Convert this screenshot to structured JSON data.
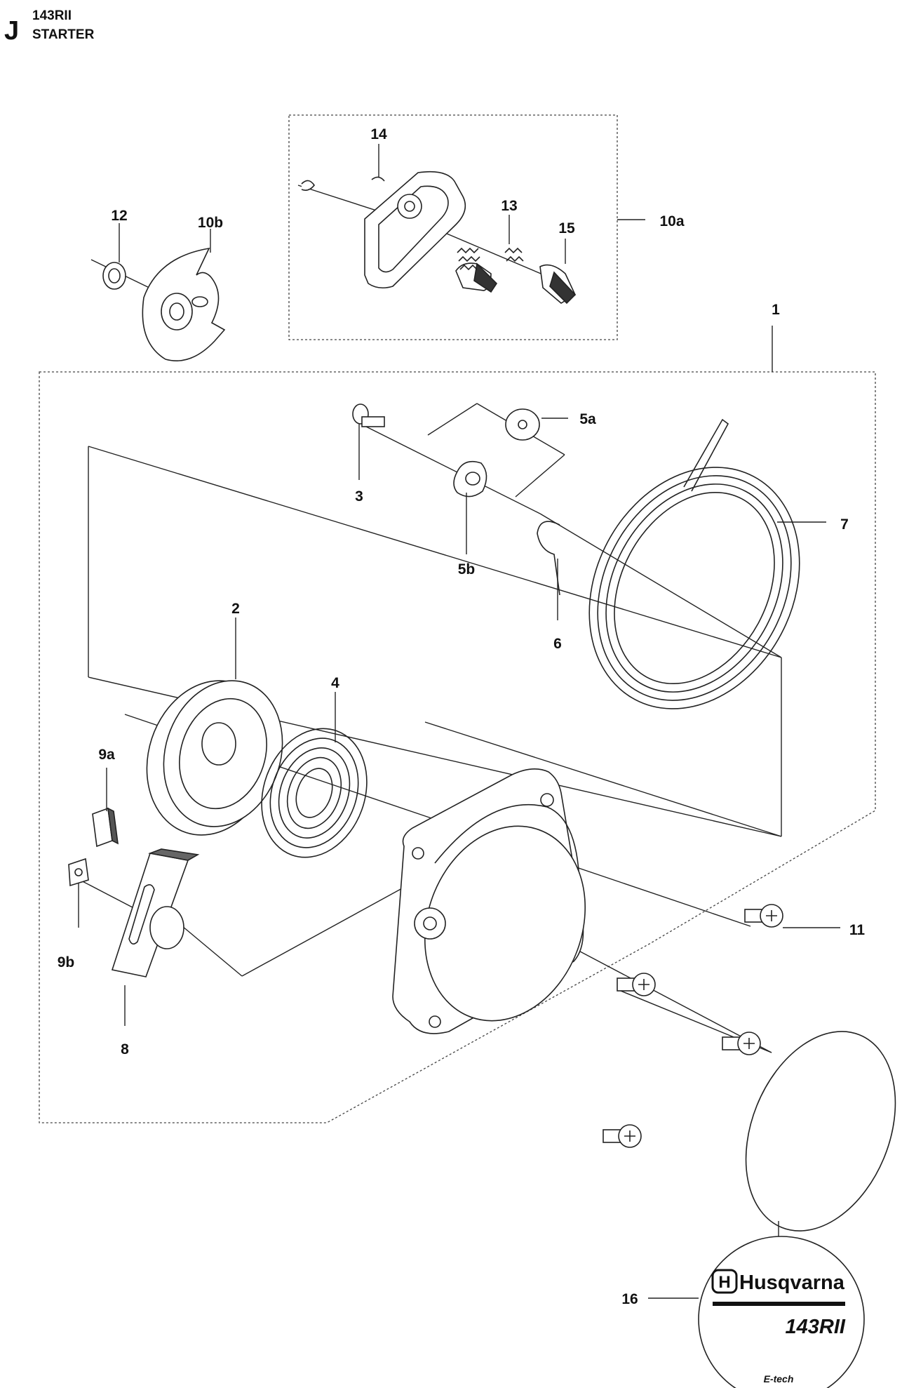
{
  "header": {
    "section_letter": "J",
    "model": "143RII",
    "title": "STARTER"
  },
  "callouts": {
    "c1": "1",
    "c2": "2",
    "c3": "3",
    "c4": "4",
    "c5a": "5a",
    "c5b": "5b",
    "c6": "6",
    "c7": "7",
    "c8": "8",
    "c9a": "9a",
    "c9b": "9b",
    "c10a": "10a",
    "c10b": "10b",
    "c11": "11",
    "c12": "12",
    "c13": "13",
    "c14": "14",
    "c15": "15",
    "c16": "16"
  },
  "decal": {
    "brand": "Husqvarna",
    "model": "143RII",
    "footer": "E-tech"
  }
}
